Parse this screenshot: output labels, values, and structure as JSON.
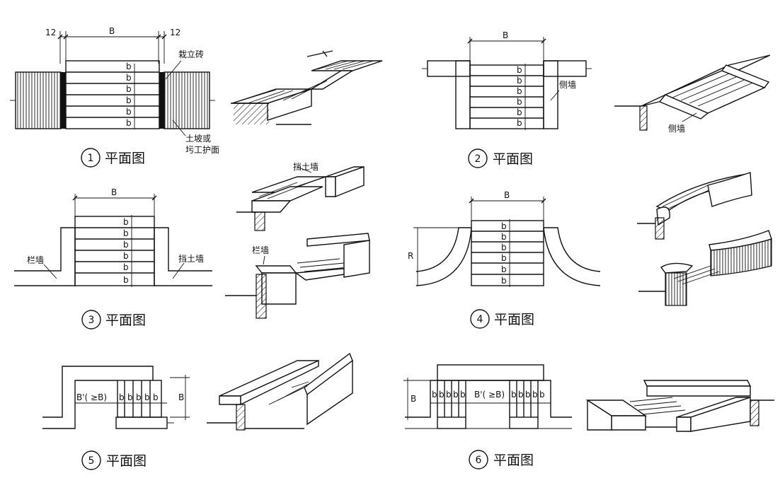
{
  "diagrams": [
    {
      "number": "1",
      "caption": "平面图"
    },
    {
      "number": "2",
      "caption": "平面图"
    },
    {
      "number": "3",
      "caption": "平面图"
    },
    {
      "number": "4",
      "caption": "平面图"
    },
    {
      "number": "5",
      "caption": "平面图"
    },
    {
      "number": "6",
      "caption": "平面图"
    }
  ],
  "dimensions": {
    "width": "B",
    "edge": "12",
    "tread": "b",
    "radius": "R",
    "inner_width": "B'( ≥B)"
  },
  "labels": {
    "upright_brick": "栽立砖",
    "slope_line1": "土坡或",
    "slope_line2": "圬工护面",
    "side_wall": "侧墙",
    "retaining_wall": "挡土墙",
    "parapet_wall": "栏墙"
  }
}
